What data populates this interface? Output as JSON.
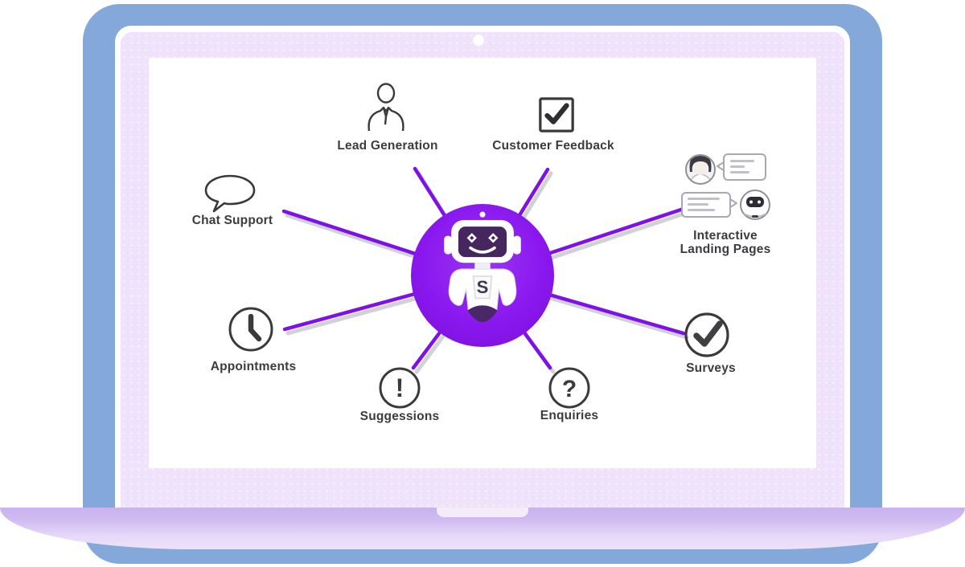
{
  "window": {
    "type": "laptop-mockup",
    "webcam": "webcam-dot"
  },
  "diagram": {
    "center": {
      "name": "chatbot-robot",
      "badge_letter": "S"
    },
    "items": [
      {
        "label": "Lead Generation",
        "icon": "person-icon"
      },
      {
        "label": "Customer Feedback",
        "icon": "checkbox-checked-icon"
      },
      {
        "label": "Chat Support",
        "icon": "speech-bubble-icon"
      },
      {
        "label": "Interactive",
        "label2": "Landing Pages",
        "icon": "chat-conversation-icon"
      },
      {
        "label": "Appointments",
        "icon": "clock-icon"
      },
      {
        "label": "Suggessions",
        "icon": "exclamation-circle-icon"
      },
      {
        "label": "Enquiries",
        "icon": "question-circle-icon"
      },
      {
        "label": "Surveys",
        "icon": "check-circle-icon"
      }
    ],
    "colors": {
      "spoke": "#7E10E8",
      "spoke_shadow": "#CDCDD4",
      "center_circle": "#8A18EE",
      "icon_stroke": "#3A3A3E",
      "label_text": "#3B3B40",
      "laptop_frame": "#84A8DA",
      "bezel": "#EFE2FA",
      "base": "#C9B2EF"
    }
  }
}
